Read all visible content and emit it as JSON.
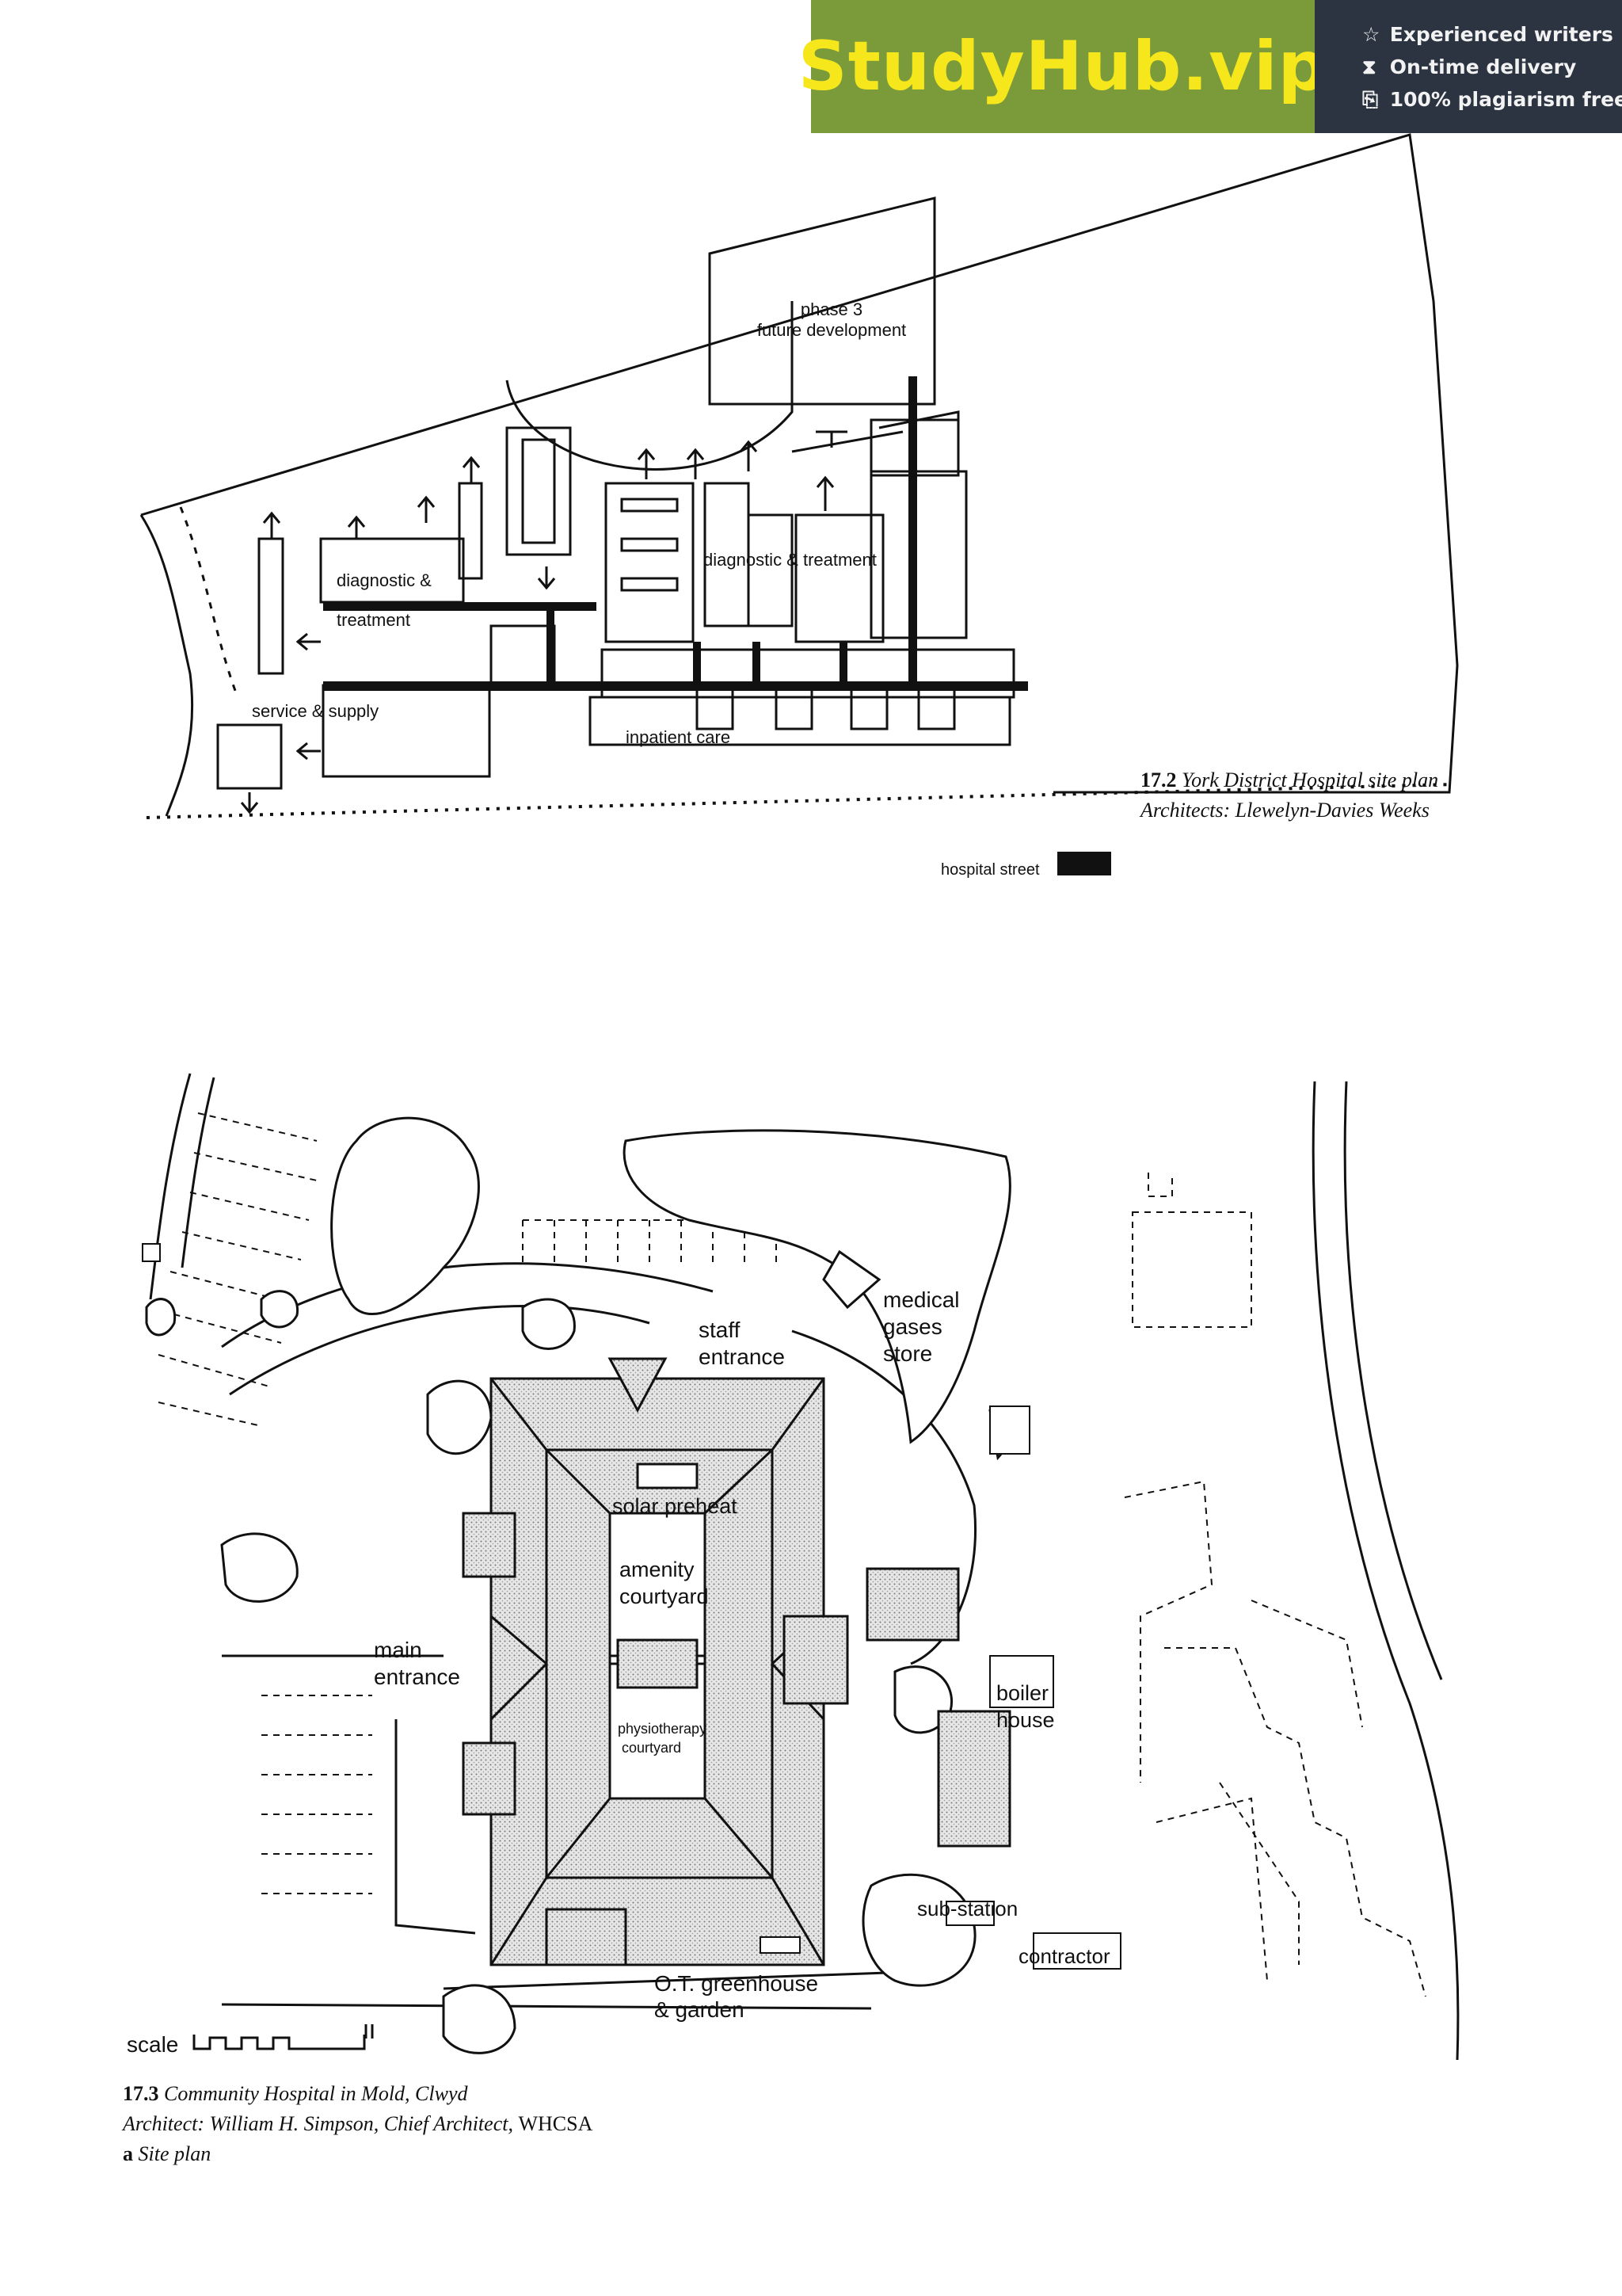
{
  "banner": {
    "logo": "StudyHub.vip",
    "features": [
      {
        "icon": "star-icon",
        "glyph": "☆",
        "label": "Experienced writers"
      },
      {
        "icon": "clock-icon",
        "glyph": "⧗",
        "label": "On-time delivery"
      },
      {
        "icon": "document-icon",
        "glyph": "⎘",
        "label": "100% plagiarism free"
      }
    ],
    "colors": {
      "green": "#7b9b3a",
      "yellow": "#f6e71d",
      "dark": "#2b3440"
    }
  },
  "figure_17_2": {
    "labels": {
      "phase3_line1": "phase 3",
      "phase3_line2": "future development",
      "diag_left_1": "diagnostic &",
      "diag_left_2": "treatment",
      "diag_right": "diagnostic & treatment",
      "service": "service & supply",
      "inpatient": "inpatient care"
    },
    "legend": "hospital street",
    "caption": {
      "number": "17.2",
      "title": "York District Hospital site plan",
      "architects": "Architects: Llewelyn-Davies Weeks"
    }
  },
  "figure_17_3": {
    "labels": {
      "medical_1": "medical",
      "medical_2": "gases",
      "medical_3": "store",
      "staff_1": "staff",
      "staff_2": "entrance",
      "solar": "solar preheat",
      "amenity_1": "amenity",
      "amenity_2": "courtyard",
      "main_1": "main",
      "main_2": "entrance",
      "physio_1": "physiotherapy",
      "physio_2": "courtyard",
      "boiler_1": "boiler",
      "boiler_2": "house",
      "substation": "sub-station",
      "contractor": "contractor",
      "greenhouse_1": "O.T. greenhouse",
      "greenhouse_2": "& garden",
      "scale": "scale"
    },
    "caption": {
      "number": "17.3",
      "title": "Community Hospital in Mold, Clwyd",
      "architect_prefix": "Architect: William H. Simpson, Chief Architect,",
      "architect_org": "WHCSA",
      "part_letter": "a",
      "part_title": "Site plan"
    }
  }
}
